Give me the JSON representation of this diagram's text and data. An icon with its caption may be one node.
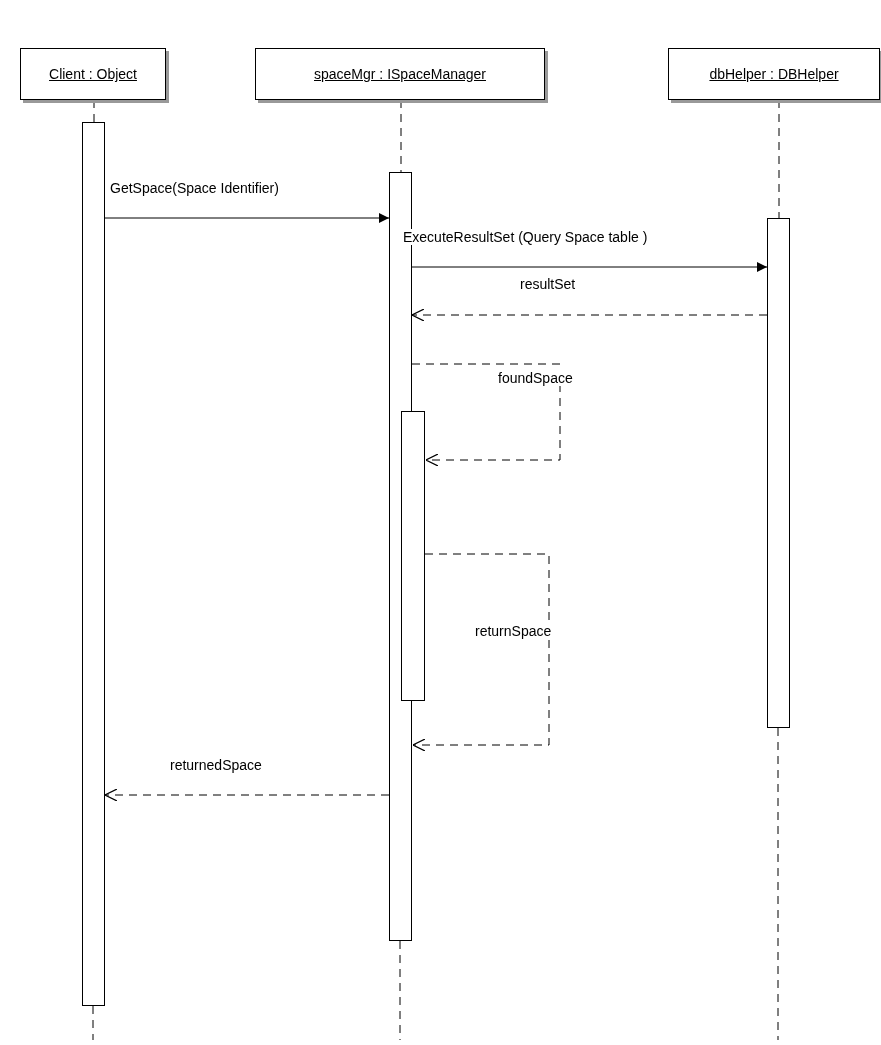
{
  "diagram": {
    "nodes": [
      {
        "text": [
          "Client : Object"
        ]
      },
      {
        "text": [
          "spaceMgr : ISpaceManager"
        ]
      },
      {
        "text": [
          "dbHelper : DBHelper"
        ]
      },
      {
        "text": [],
        "shape": "bar"
      },
      {
        "text": [],
        "shape": "bar"
      },
      {
        "text": [],
        "shape": "bar"
      },
      {
        "text": [],
        "shape": "bar"
      }
    ],
    "edges": [
      {
        "from": 0,
        "to": 3,
        "arrow": "none",
        "style": "dashed"
      },
      {
        "from": 1,
        "to": 4,
        "arrow": "none",
        "style": "dashed"
      },
      {
        "from": 2,
        "to": 6,
        "arrow": "none",
        "style": "dashed"
      },
      {
        "from": 3,
        "to": 4,
        "arrow": "to",
        "label": "GetSpace(Space Identifier)"
      },
      {
        "from": 4,
        "to": 6,
        "arrow": "to",
        "label": "ExecuteResultSet (Query Space table )"
      },
      {
        "from": 6,
        "to": 4,
        "arrow": "to",
        "style": "dashed",
        "label": "resultSet"
      },
      {
        "from": 4,
        "to": 5,
        "arrow": "to",
        "style": "dashed",
        "label": "foundSpace"
      },
      {
        "from": 5,
        "to": 4,
        "arrow": "to",
        "style": "dashed",
        "label": "returnSpace"
      },
      {
        "from": 4,
        "to": 3,
        "arrow": "to",
        "style": "dashed",
        "label": "returnedSpace"
      }
    ]
  }
}
